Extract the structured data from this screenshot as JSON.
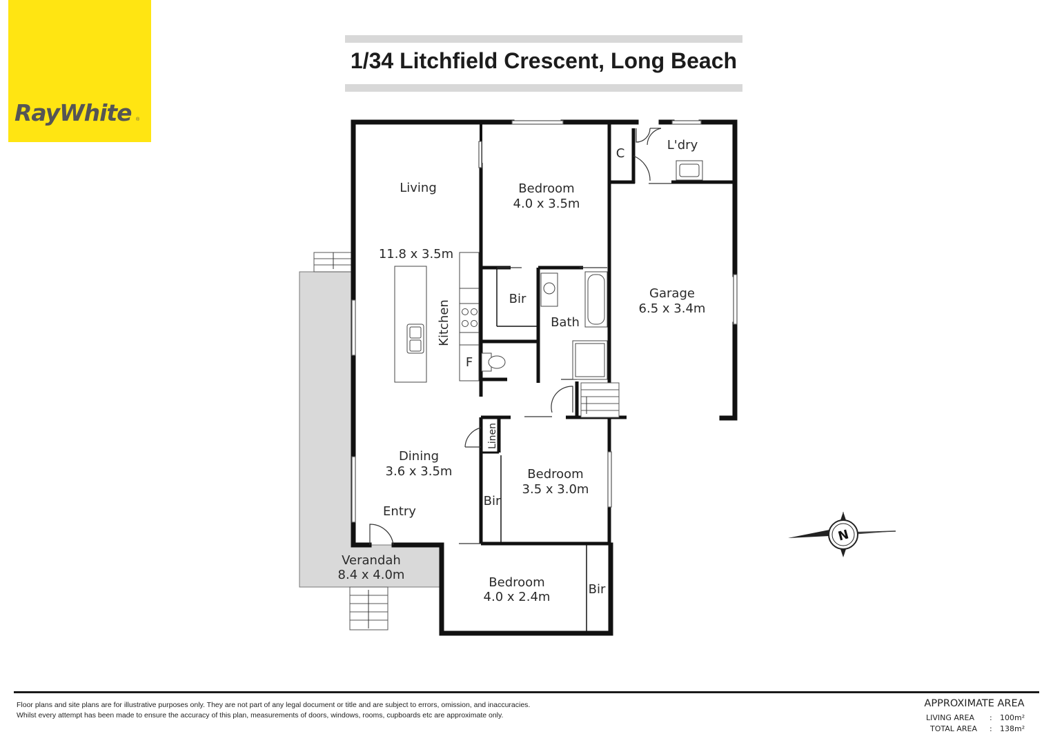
{
  "brand": {
    "name": "RayWhite",
    "registered_mark": "®",
    "color": "#ffe512"
  },
  "title": "1/34 Litchfield Crescent, Long Beach",
  "rooms": {
    "living": {
      "name": "Living",
      "dims": "11.8 x 3.5m"
    },
    "kitchen": {
      "name": "Kitchen"
    },
    "fridge": {
      "name": "F"
    },
    "bedroom1": {
      "name": "Bedroom",
      "dims": "4.0 x 3.5m"
    },
    "bir1": {
      "name": "Bir"
    },
    "bath": {
      "name": "Bath"
    },
    "cupboard": {
      "name": "C"
    },
    "laundry": {
      "name": "L'dry"
    },
    "garage": {
      "name": "Garage",
      "dims": "6.5 x 3.4m"
    },
    "dining": {
      "name": "Dining",
      "dims": "3.6 x 3.5m"
    },
    "entry": {
      "name": "Entry"
    },
    "linen": {
      "name": "Linen"
    },
    "bir2": {
      "name": "Bir"
    },
    "bedroom2": {
      "name": "Bedroom",
      "dims": "3.5 x 3.0m"
    },
    "verandah": {
      "name": "Verandah",
      "dims": "8.4 x 4.0m"
    },
    "bedroom3": {
      "name": "Bedroom",
      "dims": "4.0 x 2.4m"
    },
    "bir3": {
      "name": "Bir"
    }
  },
  "compass": {
    "label": "N",
    "icon": "north-arrow-icon"
  },
  "disclaimer": {
    "line1": "Floor plans and site plans are for illustrative purposes only. They are not part of any legal document or title and are subject to errors, omission, and inaccuracies.",
    "line2": "Whilst every attempt has been made to ensure the accuracy of this plan, measurements of doors, windows, rooms, cupboards etc are approximate only."
  },
  "area": {
    "title": "APPROXIMATE AREA",
    "living_label": "LIVING  AREA",
    "living_value": "100m²",
    "total_label": "TOTAL AREA",
    "total_value": "138m²",
    "separator": ":"
  }
}
